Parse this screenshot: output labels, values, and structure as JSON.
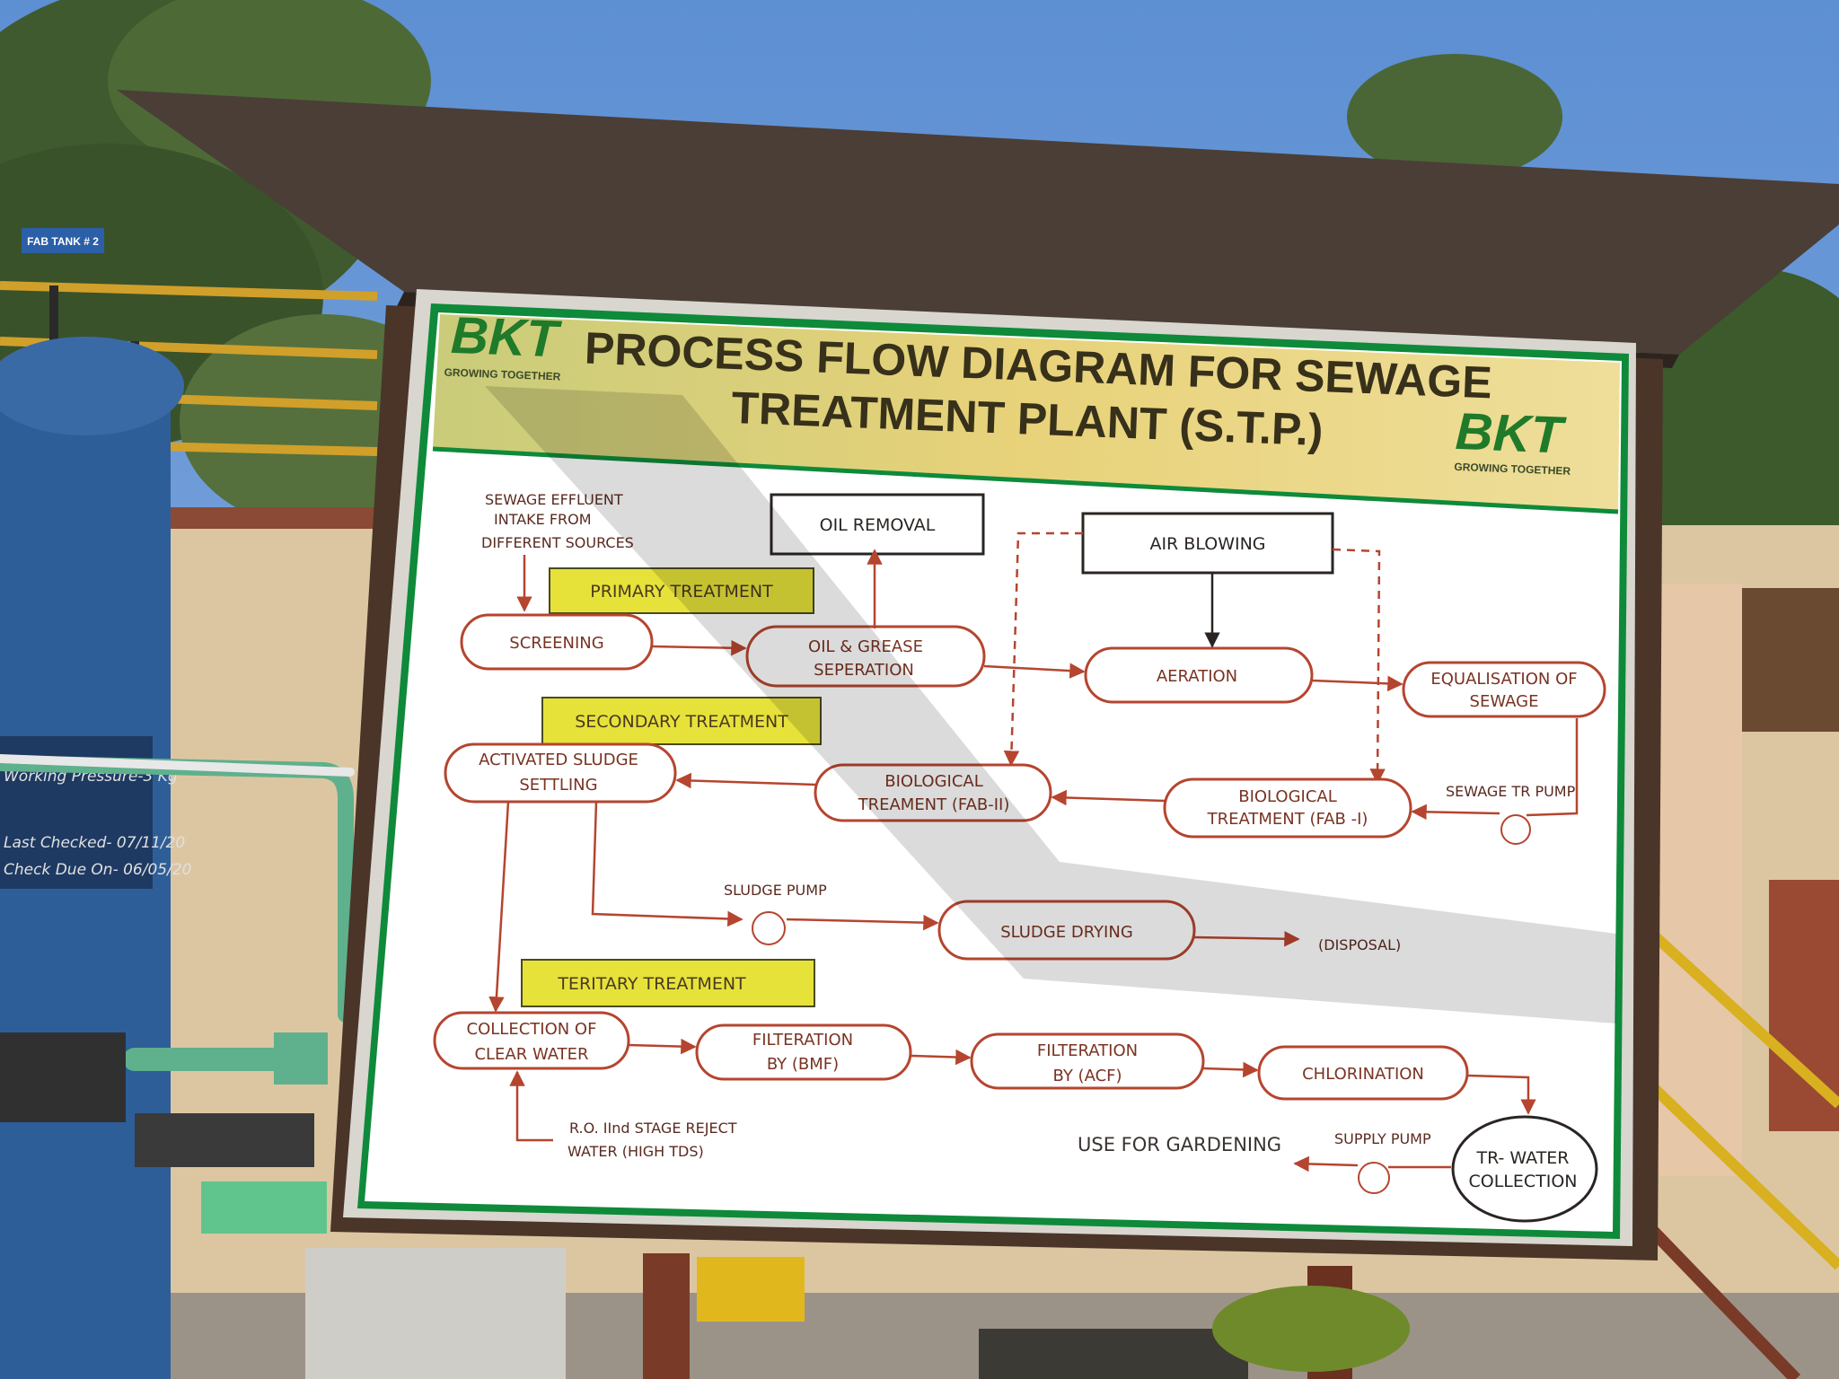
{
  "tank_tag": "FAB TANK # 2",
  "tank_sign": {
    "line1": "Working Pressure-3 Kg",
    "line2": "Last Checked- 07/11/20",
    "line3": "Check Due On- 06/05/20"
  },
  "board": {
    "logo_left": {
      "name": "BKT",
      "tagline": "GROWING TOGETHER"
    },
    "logo_right": {
      "name": "BKT",
      "tagline": "GROWING TOGETHER"
    },
    "title_line1": "PROCESS FLOW DIAGRAM FOR SEWAGE",
    "title_line2": "TREATMENT PLANT (S.T.P.)"
  },
  "diagram": {
    "intake": [
      "SEWAGE EFFLUENT",
      "INTAKE  FROM",
      "DIFFERENT SOURCES"
    ],
    "primary_treatment": "PRIMARY TREATMENT",
    "secondary_treatment": "SECONDARY TREATMENT",
    "teritary_treatment": "TERITARY  TREATMENT",
    "oil_removal": "OIL  REMOVAL",
    "air_blowing": "AIR BLOWING",
    "screening": "SCREENING",
    "oil_grease": [
      "OIL & GREASE",
      "SEPERATION"
    ],
    "aeration": "AERATION",
    "equalisation": [
      "EQUALISATION OF",
      "SEWAGE"
    ],
    "activated_sludge": [
      "ACTIVATED SLUDGE",
      "SETTLING"
    ],
    "bio_fab2": [
      "BIOLOGICAL",
      "TREAMENT (FAB-II)"
    ],
    "bio_fab1": [
      "BIOLOGICAL",
      "TREATMENT (FAB -I)"
    ],
    "sewage_tr_pump": "SEWAGE  TR PUMP",
    "sludge_pump": "SLUDGE PUMP",
    "sludge_drying": "SLUDGE DRYING",
    "disposal": "(DISPOSAL)",
    "collection": [
      "COLLECTION OF",
      "CLEAR WATER"
    ],
    "filt_bmf": [
      "FILTERATION",
      "BY  (BMF)"
    ],
    "filt_acf": [
      "FILTERATION",
      "BY  (ACF)"
    ],
    "chlorination": "CHLORINATION",
    "ro_reject": [
      "R.O. IInd STAGE REJECT",
      "WATER   (HIGH TDS)"
    ],
    "use_gardening": "USE FOR  GARDENING",
    "supply_pump": "SUPPLY PUMP",
    "tr_water": [
      "TR- WATER",
      "COLLECTION"
    ]
  }
}
